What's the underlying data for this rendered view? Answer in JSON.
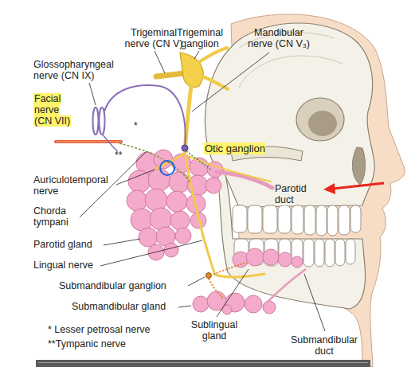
{
  "diagram": {
    "labels": [
      "Trigeminal nerve (CN V)",
      "Trigeminal ganglion",
      "Mandibular nerve (CN V₃)",
      "Glossopharyngeal nerve (CN IX)",
      "Facial nerve (CN VII)",
      "*",
      "**",
      "Otic ganglion",
      "Auriculotemporal nerve",
      "Chorda tympani",
      "Parotid gland",
      "Lingual nerve",
      "Submandibular ganglion",
      "Submandibular gland",
      "Sublingual gland",
      "Parotid duct",
      "Submandibular duct",
      "* Lesser petrosal nerve",
      "**Tympanic nerve"
    ]
  }
}
